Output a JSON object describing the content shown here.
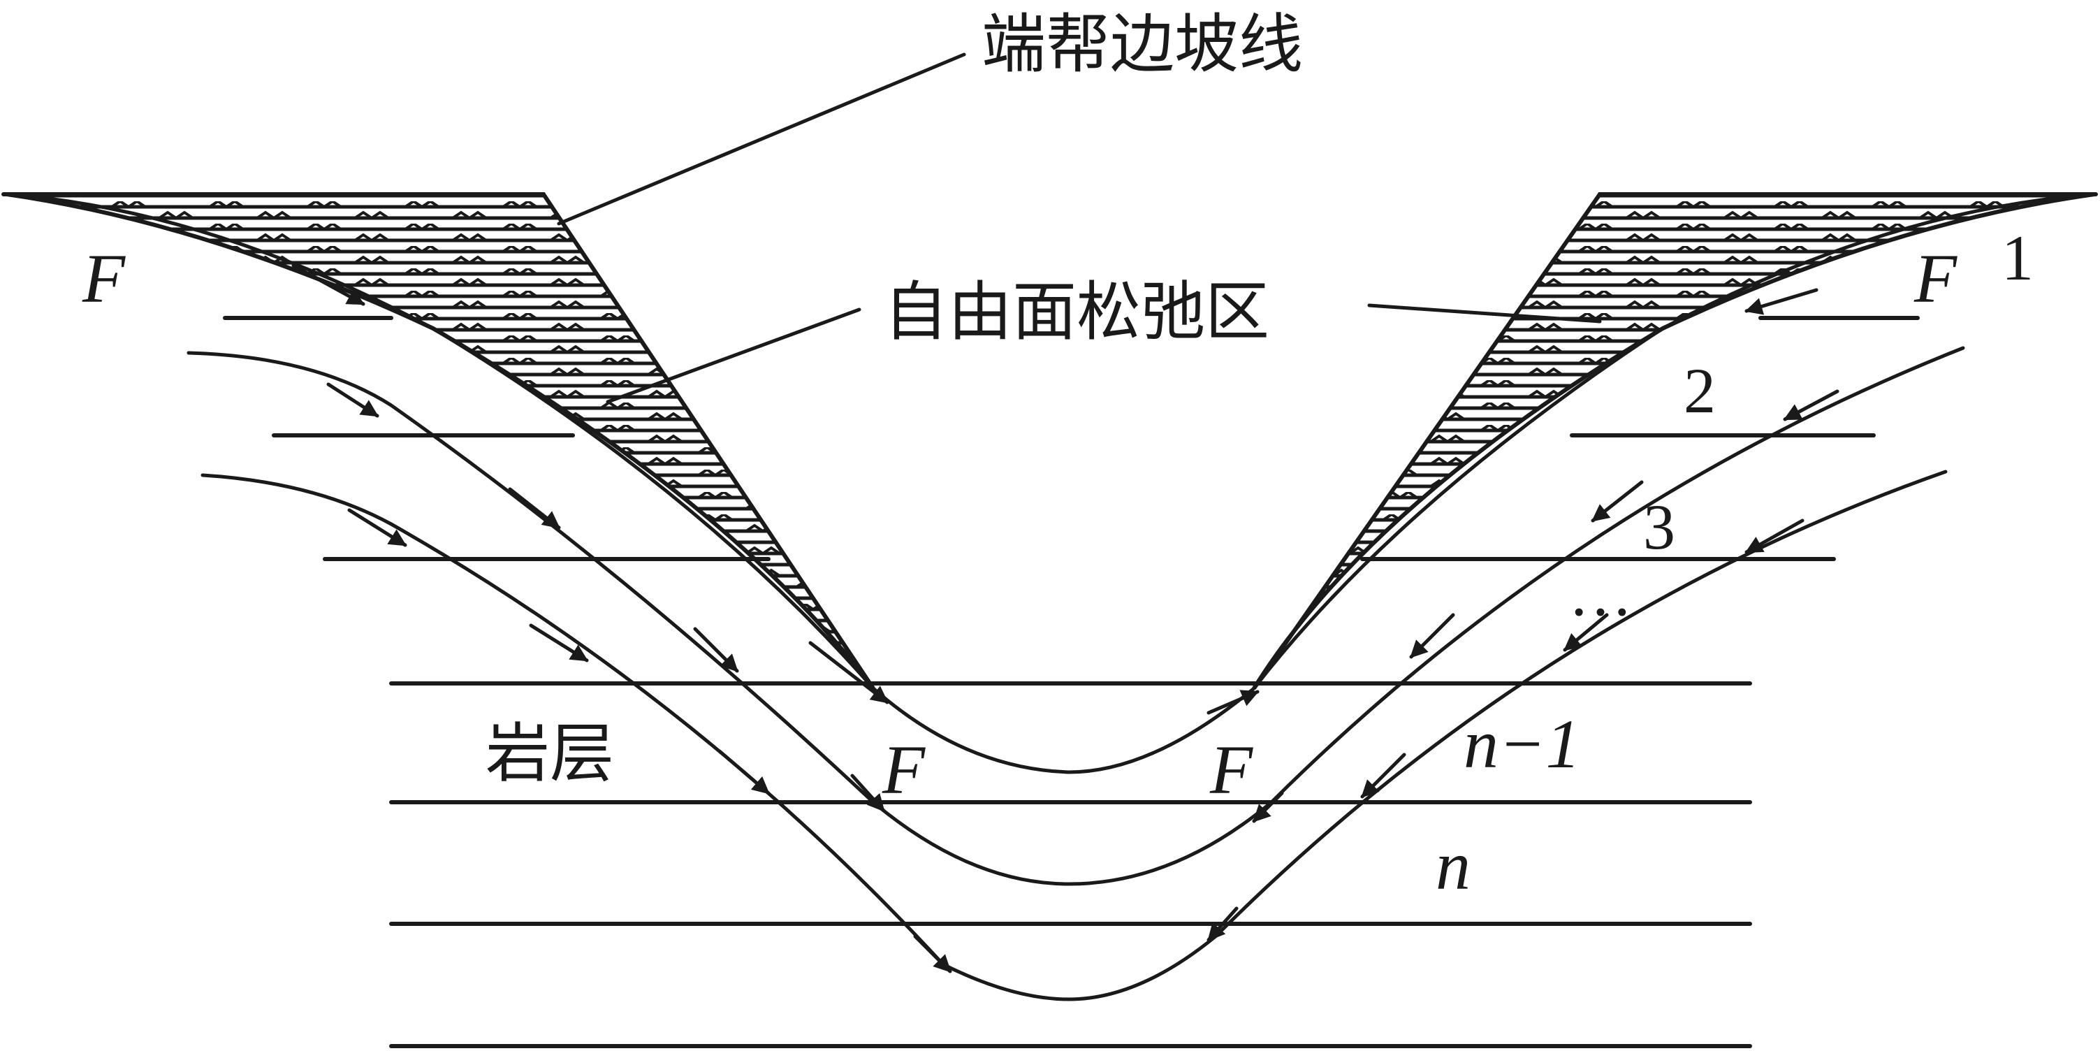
{
  "labels": {
    "slope_line": "端帮边坡线",
    "relax_zone": "自由面松弛区",
    "rock_layer": "岩层",
    "force_left_top": "F",
    "force_right_top": "F",
    "force_left_bottom": "F",
    "force_right_bottom": "F",
    "layer_1": "1",
    "layer_2": "2",
    "layer_3": "3",
    "layer_ellipsis": "…",
    "layer_n_minus_1": "n−1",
    "layer_n": "n"
  },
  "colors": {
    "ink": "#1a1a1a",
    "background": "#ffffff"
  }
}
